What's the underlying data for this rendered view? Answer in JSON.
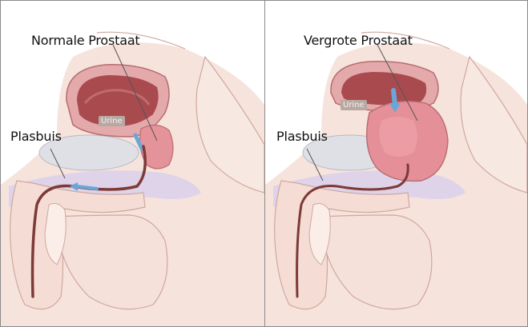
{
  "panels": [
    {
      "title": "Normale Prostaat",
      "urethra_label": "Plasbuis",
      "urine_label": "Urine"
    },
    {
      "title": "Vergrote Prostaat",
      "urethra_label": "Plasbuis",
      "urine_label": "Urine"
    }
  ],
  "colors": {
    "skin": "#f4dcd4",
    "skin_shadow": "#e9c3b8",
    "tissue_pink": "#e7a7a9",
    "prostate": "#e48f98",
    "bladder_wall": "#c86c72",
    "bladder_inner": "#a8484d",
    "urethra": "#8a3f3c",
    "bone": "#dcdde4",
    "rectum": "#d6c7e6",
    "urine_arrow": "#6aa7d6"
  }
}
